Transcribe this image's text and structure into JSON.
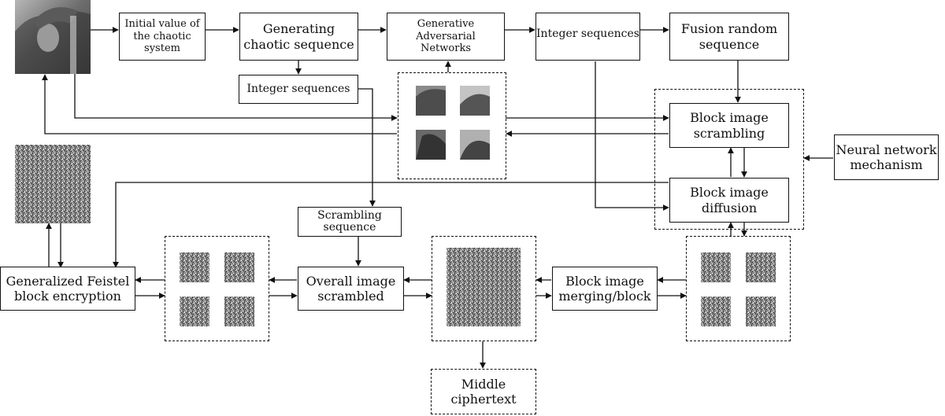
{
  "nodes": {
    "initial_value": "Initial value of\nthe chaotic\nsystem",
    "generating_chaotic": "Generating\nchaotic sequence",
    "gan": "Generative\nAdversarial\nNetworks",
    "integer_seq_top": "Integer sequences",
    "fusion_random": "Fusion random\nsequence",
    "integer_seq_mid": "Integer sequences",
    "block_scrambling": "Block image\nscrambling",
    "block_diffusion": "Block image\ndiffusion",
    "neural_network": "Neural network\nmechanism",
    "scrambling_sequence": "Scrambling\nsequence",
    "feistel": "Generalized Feistel\nblock encryption",
    "overall_scrambled": "Overall  image\nscrambled",
    "block_merging": "Block image\nmerging/block",
    "middle_ciphertext": "Middle\nciphertext"
  },
  "images": {
    "lena": "lena-photo",
    "lena_blocks": "lena-image-blocks",
    "noise": "noise-cipher-image",
    "noise_blocks": "noise-image-blocks"
  },
  "colors": {
    "line": "#111111",
    "photo_dark": "#3f3f3f",
    "photo_light": "#b7b7b7",
    "noise_mid": "#8a8a8a"
  }
}
